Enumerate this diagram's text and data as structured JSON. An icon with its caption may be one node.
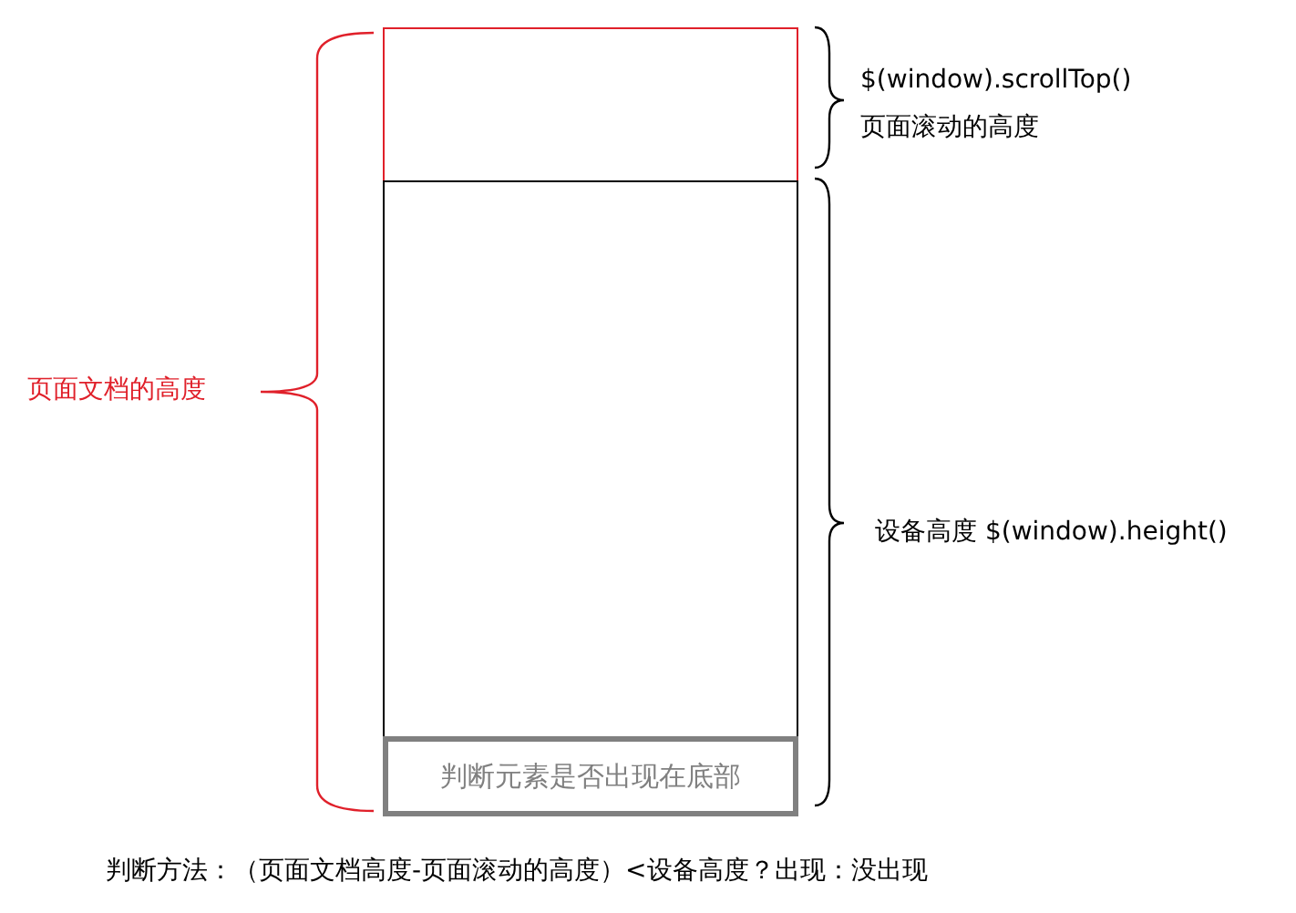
{
  "diagram": {
    "nodes": [
      {
        "text": [],
        "shape": "box"
      },
      {
        "text": [],
        "shape": "box",
        "in": 0
      },
      {
        "text": [
          "判断元素是否出现在底部"
        ],
        "in": 1
      }
    ],
    "labels": [
      "$(window).scrollTop()",
      "页面滚动的高度",
      "页面文档的高度",
      "设备高度 $(window).height()",
      "判断方法：（页面文档高度-页面滚动的高度）<设备高度？出现：没出现"
    ]
  }
}
